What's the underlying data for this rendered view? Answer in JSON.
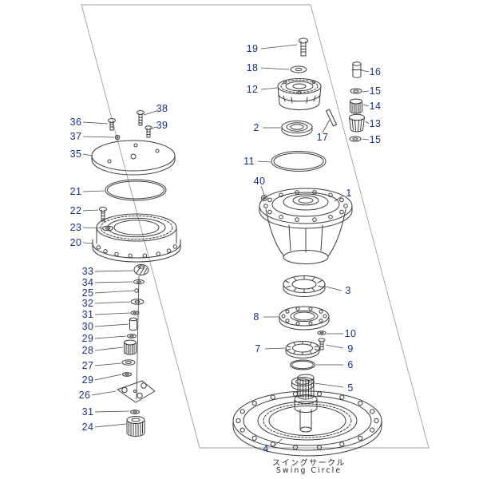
{
  "footer": {
    "jp": "スイングサークル",
    "en": "Swing Circle"
  },
  "callouts": {
    "c1": "1",
    "c2": "2",
    "c3": "3",
    "c4": "4",
    "c5": "5",
    "c6": "6",
    "c7": "7",
    "c8": "8",
    "c9": "9",
    "c10": "10",
    "c11": "11",
    "c12": "12",
    "c13": "13",
    "c14": "14",
    "c15a": "15",
    "c15b": "15",
    "c16": "16",
    "c17": "17",
    "c18": "18",
    "c19": "19",
    "c20": "20",
    "c21": "21",
    "c22": "22",
    "c23": "23",
    "c24": "24",
    "c25": "25",
    "c26": "26",
    "c27": "27",
    "c28": "28",
    "c29a": "29",
    "c29b": "29",
    "c30": "30",
    "c31a": "31",
    "c31b": "31",
    "c32": "32",
    "c33": "33",
    "c34": "34",
    "c35": "35",
    "c36": "36",
    "c37": "37",
    "c38": "38",
    "c39": "39",
    "c40": "40"
  }
}
